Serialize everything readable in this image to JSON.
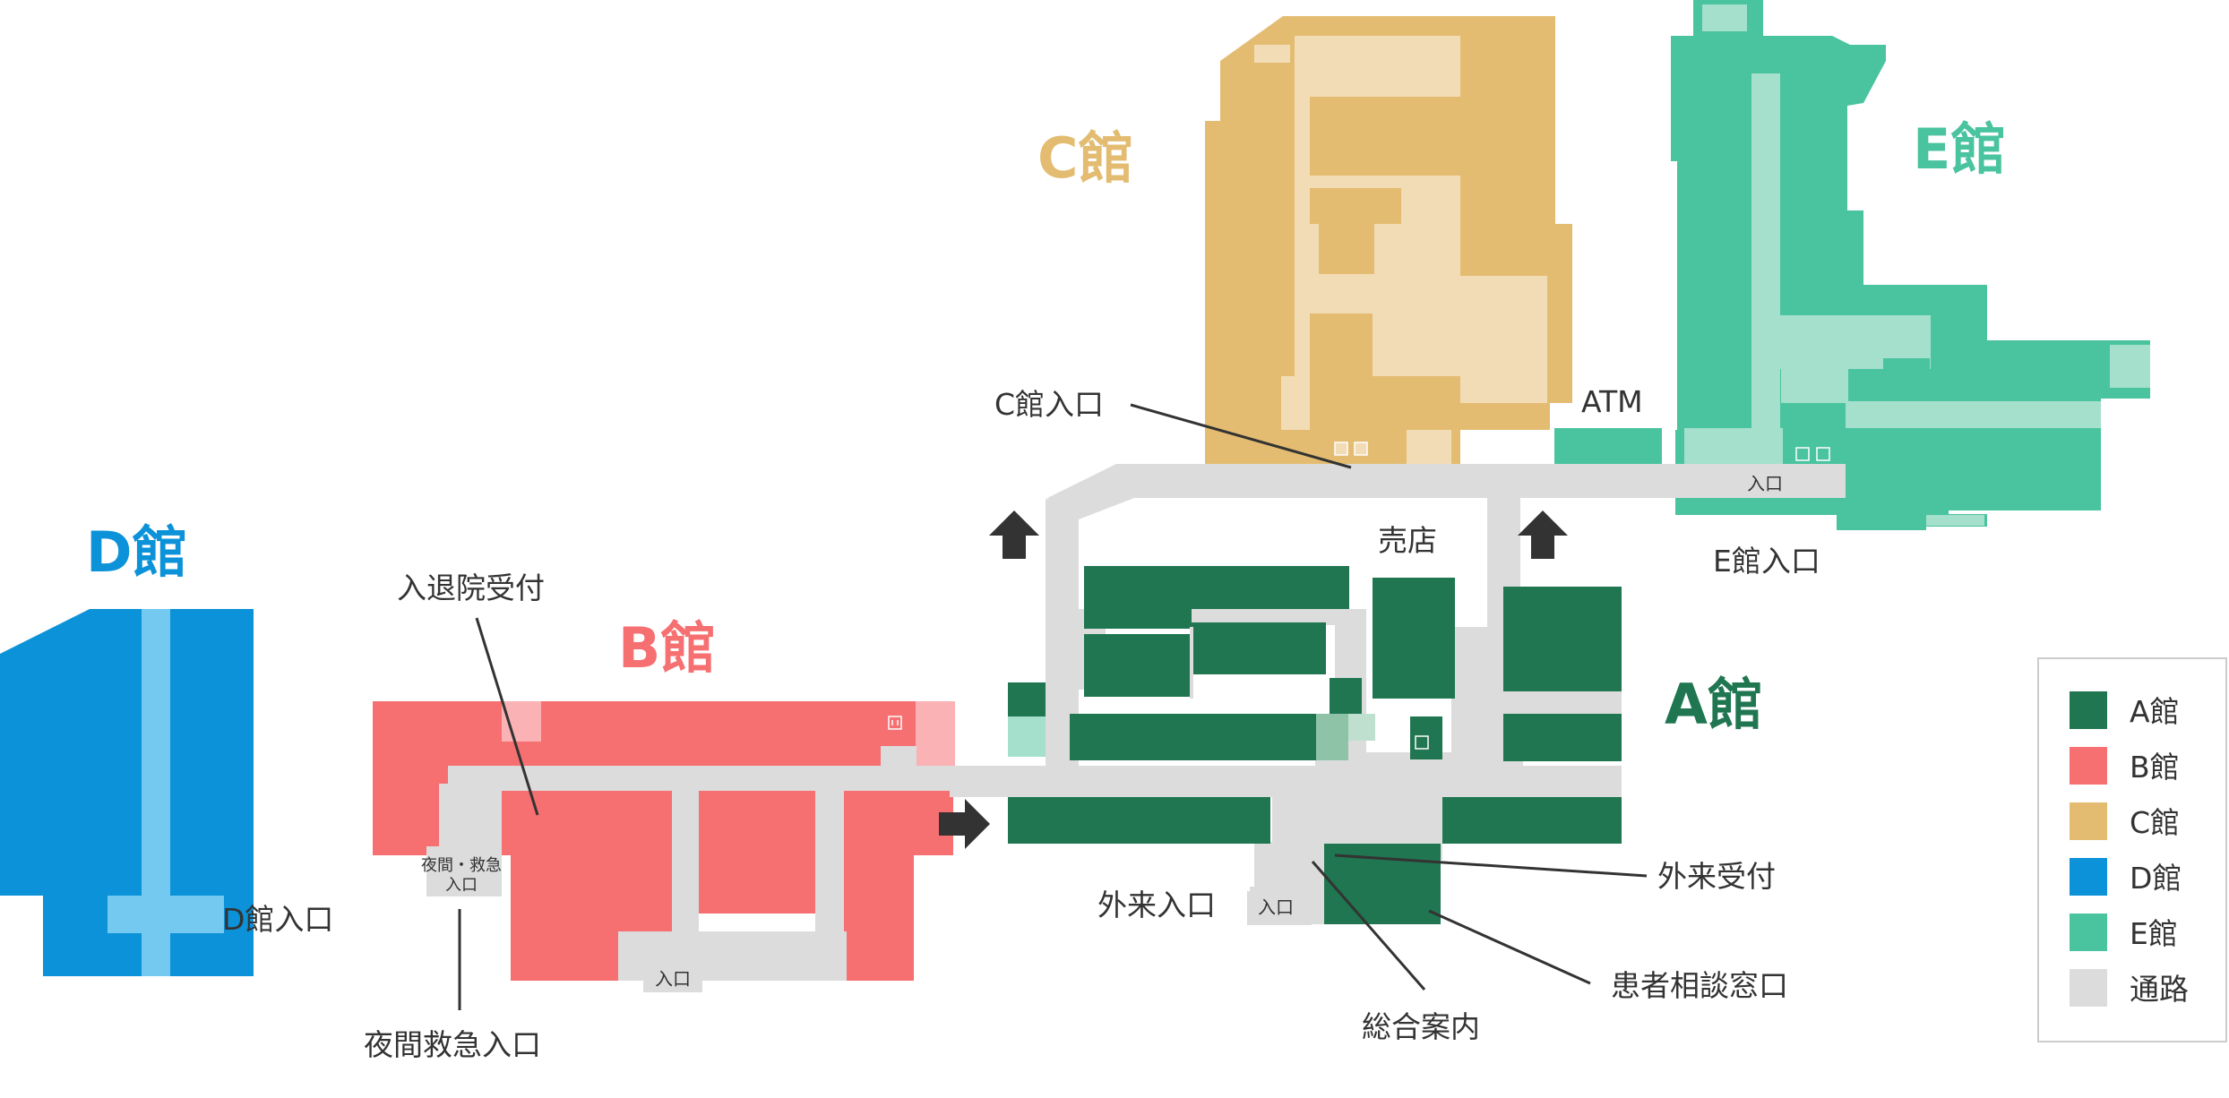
{
  "colors": {
    "A": "#1f7650",
    "B": "#f66f71",
    "B_light": "#fab2b4",
    "C": "#e3bc72",
    "C_light": "#f2dcb6",
    "D": "#0b92d8",
    "D_light": "#74c9f0",
    "E": "#4ac39f",
    "E_light": "#a4e0cc",
    "path": "#dcdcdc",
    "text": "#333333",
    "arrow": "#333333"
  },
  "buildings": {
    "A": {
      "title": "A館"
    },
    "B": {
      "title": "B館"
    },
    "C": {
      "title": "C館"
    },
    "D": {
      "title": "D館"
    },
    "E": {
      "title": "E館"
    }
  },
  "labels": {
    "c_entrance": "C館入口",
    "atm": "ATM",
    "e_entrance": "E館入口",
    "shop": "売店",
    "admission": "入退院受付",
    "d_entrance": "D館入口",
    "night_emergency_entrance": "夜間救急入口",
    "night_emergency_box": [
      "夜間・救急",
      "入口"
    ],
    "outpatient_entrance": "外来入口",
    "outpatient_reception": "外来受付",
    "patient_consult": "患者相談窓口",
    "general_info": "総合案内",
    "entrance_small": "入口"
  },
  "legend": {
    "items": [
      {
        "key": "A",
        "label": "A館",
        "color": "#1f7650"
      },
      {
        "key": "B",
        "label": "B館",
        "color": "#f66f71"
      },
      {
        "key": "C",
        "label": "C館",
        "color": "#e3bc72"
      },
      {
        "key": "D",
        "label": "D館",
        "color": "#0b92d8"
      },
      {
        "key": "E",
        "label": "E館",
        "color": "#4ac39f"
      },
      {
        "key": "path",
        "label": "通路",
        "color": "#dcdcdc"
      }
    ]
  },
  "icons": [
    "elevator-icon",
    "stairs-icon",
    "arrow-up-icon",
    "arrow-right-icon"
  ]
}
